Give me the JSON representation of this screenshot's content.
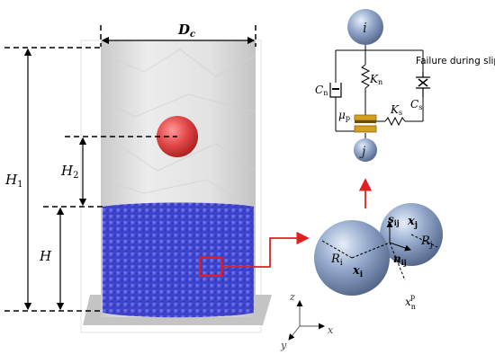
{
  "container": {
    "diameter_label": "D",
    "diameter_sub": "c",
    "height_total_label": "H",
    "height_total_sub": "1",
    "height_drop_label": "H",
    "height_drop_sub": "2",
    "bed_height_label": "H"
  },
  "axes": {
    "z": "z",
    "x": "x",
    "y": "y"
  },
  "bond_model": {
    "particle_i": "i",
    "particle_j": "j",
    "Cn": "C",
    "Cn_sub": "n",
    "Kn": "K",
    "Kn_sub": "n",
    "Cs": "C",
    "Cs_sub": "s",
    "Ks": "K",
    "Ks_sub": "s",
    "mu": "μ",
    "mu_sub": "p",
    "failure_text": "Failure during slip"
  },
  "contact": {
    "Ri": "R",
    "Ri_sub": "i",
    "Rj": "R",
    "Rj_sub": "j",
    "xi": "x",
    "xi_sub": "i",
    "xj": "x",
    "xj_sub": "j",
    "sij": "s",
    "sij_sub": "ij",
    "nij": "n",
    "nij_sub": "ij",
    "xnp": "x",
    "xnp_sub": "n",
    "xnp_sup": "p"
  },
  "colors": {
    "container": "#dcdcdc",
    "particles": "#3a3fd0",
    "ball": "#e04848",
    "spheres": "#8fa4c6",
    "highlight": "#e02020"
  }
}
